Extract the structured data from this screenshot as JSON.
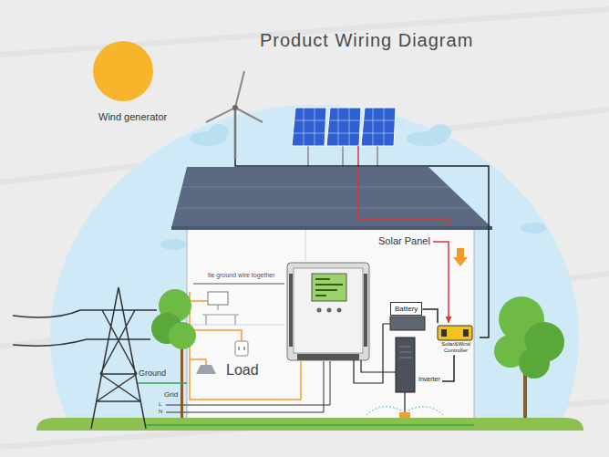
{
  "diagram": {
    "title": "Product Wiring Diagram",
    "nodes": [
      {
        "text": [
          "Wind generator"
        ]
      },
      {
        "text": [
          "Solar Panel"
        ]
      },
      {
        "text": [
          "Battery"
        ]
      },
      {
        "text": [
          "Solar&Wind Controller"
        ]
      },
      {
        "text": [
          "Inverter"
        ]
      },
      {
        "text": [
          "Load"
        ]
      }
    ],
    "edges": [
      {
        "from": 0,
        "to": 3,
        "arrow": "none"
      },
      {
        "from": 1,
        "to": 3,
        "arrow": "to"
      },
      {
        "from": 2,
        "to": 3,
        "arrow": "none"
      },
      {
        "from": 3,
        "to": 4,
        "arrow": "none"
      }
    ],
    "labels": [
      "tle ground wire together",
      "Ground",
      "Grid",
      "L",
      "N"
    ]
  }
}
